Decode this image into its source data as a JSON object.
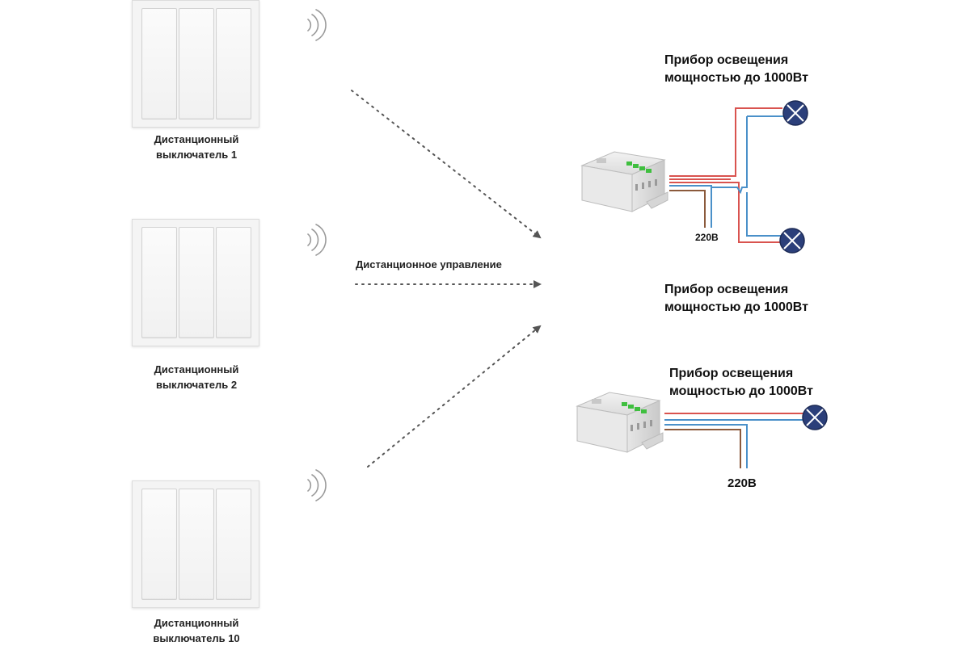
{
  "switches": [
    {
      "caption_line1": "Дистанционный",
      "caption_line2": "выключатель 1"
    },
    {
      "caption_line1": "Дистанционный",
      "caption_line2": "выключатель 2"
    },
    {
      "caption_line1": "Дистанционный",
      "caption_line2": "выключатель 10"
    }
  ],
  "remote_control_label": "Дистанционное управление",
  "lamp_titles": [
    {
      "line1": "Прибор освещения",
      "line2": "мощностью до 1000Вт"
    },
    {
      "line1": "Прибор освещения",
      "line2": "мощностью до 1000Вт"
    },
    {
      "line1": "Прибор освещения",
      "line2": "мощностью до 1000Вт"
    }
  ],
  "voltage_labels": [
    "220В",
    "220В"
  ],
  "colors": {
    "wire_red": "#d9534f",
    "wire_blue": "#4a90c9",
    "wire_brown": "#8b5a3c",
    "lamp_fill": "#2b3f7a",
    "arrow": "#555555",
    "led_green": "#3fbf3f"
  },
  "icons": [
    "wifi-signal-icon",
    "lamp-icon",
    "relay-module-icon",
    "arrow-icon"
  ]
}
